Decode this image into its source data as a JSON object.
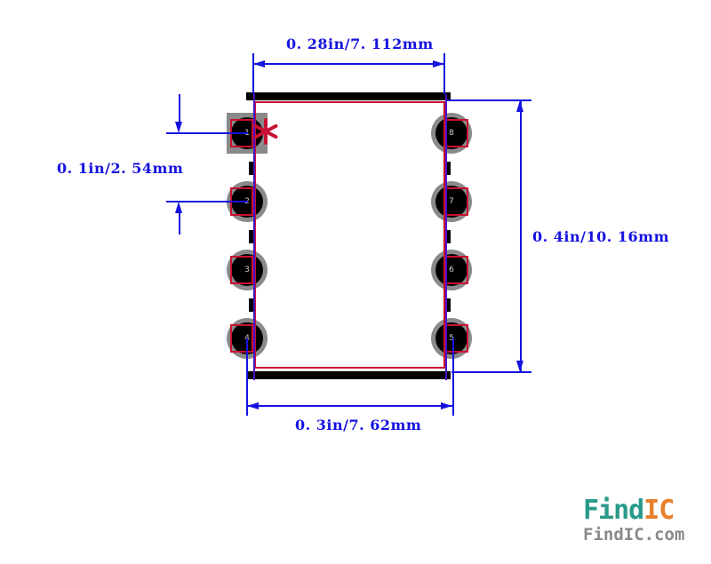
{
  "diagram": {
    "description": "DIP-8 IC package footprint drawing with dimension annotations",
    "dimensions": {
      "top": "0. 28in/7. 112mm",
      "left": "0. 1in/2. 54mm",
      "right": "0. 4in/10. 16mm",
      "bottom": "0. 3in/7. 62mm"
    },
    "pins": {
      "left_column": [
        {
          "number": "1"
        },
        {
          "number": "2"
        },
        {
          "number": "3"
        },
        {
          "number": "4"
        }
      ],
      "right_column": [
        {
          "number": "8"
        },
        {
          "number": "7"
        },
        {
          "number": "6"
        },
        {
          "number": "5"
        }
      ]
    },
    "pin1_marker": "*",
    "colors": {
      "dimension_blue": "#1512e0",
      "extension_over_body_purple": "#4a10c8",
      "courtyard_red": "#c81030",
      "pad_gray": "#8a8a8a",
      "drill_black": "#000000",
      "pin1_marker_red": "#c81232"
    }
  },
  "logo": {
    "name_part1": "Find",
    "name_part2": "IC",
    "website": "FindIC.com",
    "colors": {
      "teal": "#2a9b8a",
      "orange": "#e87f2a",
      "gray": "#8a8a8a"
    }
  }
}
